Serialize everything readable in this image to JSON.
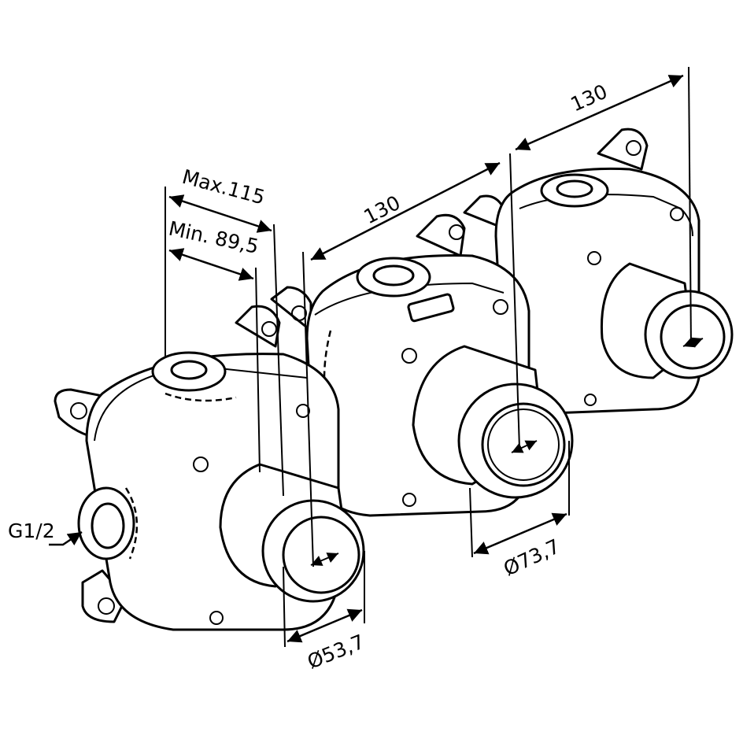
{
  "labels": {
    "max_depth": "Max.115",
    "min_depth": "Min. 89,5",
    "spacing_1": "130",
    "spacing_2": "130",
    "thread": "G1/2",
    "small_diameter": "Ø53,7",
    "large_diameter": "Ø73,7"
  }
}
